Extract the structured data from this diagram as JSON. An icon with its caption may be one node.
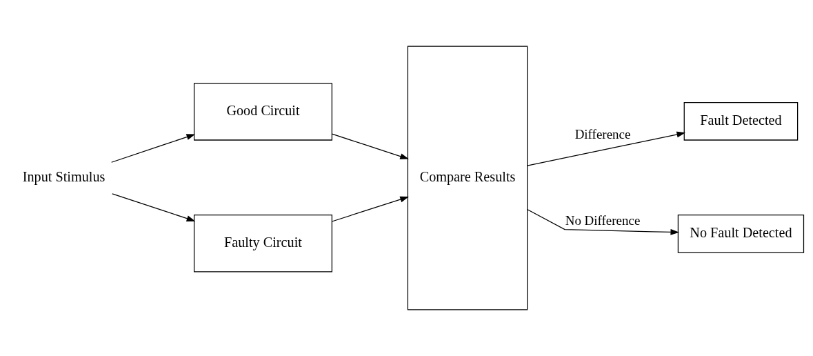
{
  "diagram": {
    "nodes": [
      {
        "text": [
          "Input Stimulus"
        ]
      },
      {
        "text": [
          "Good Circuit"
        ]
      },
      {
        "text": [
          "Faulty Circuit"
        ]
      },
      {
        "text": [
          "Compare Results"
        ]
      },
      {
        "text": [
          "Fault Detected"
        ]
      },
      {
        "text": [
          "No Fault Detected"
        ]
      }
    ],
    "edges": [
      {
        "from": 0,
        "to": 1,
        "arrow": "to"
      },
      {
        "from": 0,
        "to": 2,
        "arrow": "to"
      },
      {
        "from": 1,
        "to": 3,
        "arrow": "to"
      },
      {
        "from": 2,
        "to": 3,
        "arrow": "to"
      },
      {
        "from": 3,
        "to": 4,
        "arrow": "to",
        "label": "Difference"
      },
      {
        "from": 3,
        "to": 5,
        "arrow": "to",
        "label": "No Difference"
      }
    ]
  }
}
